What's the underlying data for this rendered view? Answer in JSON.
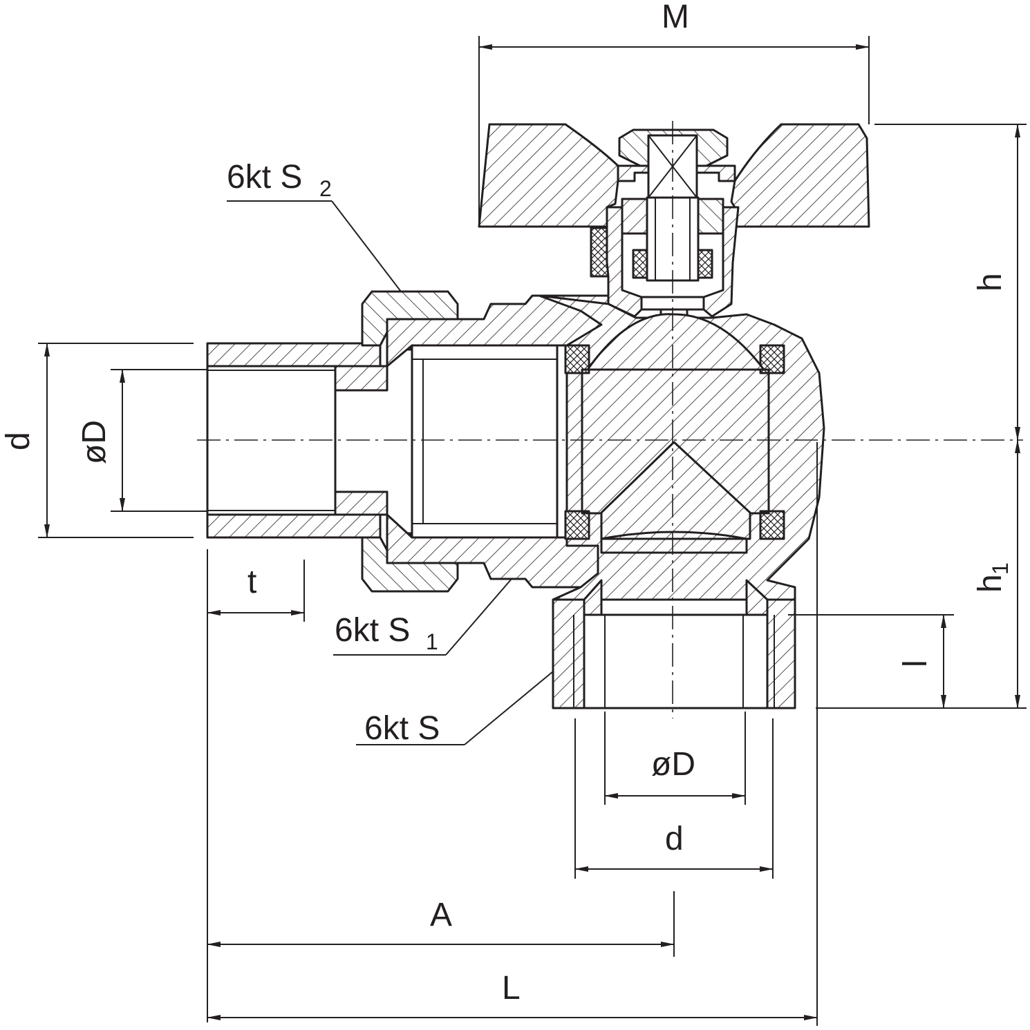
{
  "labels": {
    "m": "M",
    "h": "h",
    "h1_main": "h",
    "h1_sub": "1",
    "d_left": "d",
    "phi_d_left": "øD",
    "t": "t",
    "s2_text": "6kt S",
    "s2_sub": "2",
    "s1_text": "6kt S",
    "s1_sub": "1",
    "s_text": "6kt S",
    "l_small": "l",
    "phi_d_bottom": "øD",
    "d_bottom": "d",
    "a": "A",
    "l_total": "L"
  },
  "colors": {
    "line": "#231f20",
    "background": "#ffffff"
  }
}
